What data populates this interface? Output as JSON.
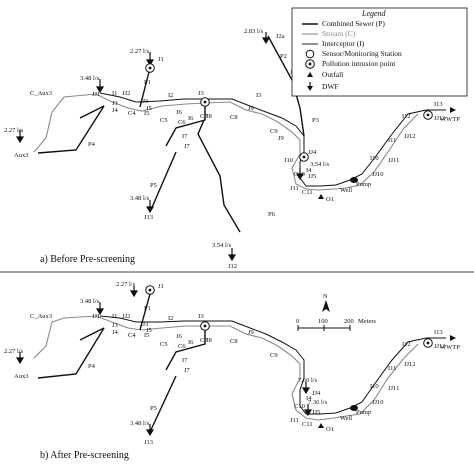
{
  "legend": {
    "title": "Legend",
    "items": [
      {
        "label": "Combined Sewer (P)",
        "symbol": "combined-sewer"
      },
      {
        "label": "Stream (C)",
        "symbol": "stream"
      },
      {
        "label": "Interceptor (I)",
        "symbol": "interceptor"
      },
      {
        "label": "Sensor/Monitoring Station",
        "symbol": "sensor"
      },
      {
        "label": "Pollution intrusion point",
        "symbol": "pollution"
      },
      {
        "label": "Outfall",
        "symbol": "outfall"
      },
      {
        "label": "DWF",
        "symbol": "dwf"
      }
    ]
  },
  "panel_a": {
    "caption": "a)    Before Pre-screening",
    "flows": {
      "j1": "2.27 l/s",
      "j11": "3.48 l/s",
      "aux3": "2.27 l/s",
      "j13": "3.48 l/s",
      "j12": "3.54 l/s",
      "j2a": "2.83 l/s",
      "jj5": "3.54 l/s"
    }
  },
  "panel_b": {
    "caption": "b)    After Pre-screening",
    "flows": {
      "j1": "2.27 l/s",
      "j11": "3.48 l/s",
      "aux3": "2.27 l/s",
      "j13": "3.48 l/s",
      "jj4": "7.60 l/s",
      "jj5": "7.36 l/s"
    }
  },
  "scale_bar": {
    "north": "N",
    "ticks": [
      "0",
      "100",
      "200"
    ],
    "unit": "Meters"
  },
  "labels": {
    "c_aux3": "C_Aux3",
    "aux3": "Aux3",
    "j1": "J1",
    "jj1": "JJ1",
    "jj2": "JJ2",
    "jj3": "JJ3",
    "j3": "J3",
    "j4": "J4",
    "c4": "C4",
    "c5": "C5",
    "c6": "C6",
    "c7": "C7",
    "c8": "C8",
    "c9": "C9",
    "c10": "C10",
    "c11": "C11",
    "i1": "I1",
    "i2": "I2",
    "i3": "I3",
    "i4": "I4",
    "i5": "I5",
    "i6": "I6",
    "i7": "I7",
    "i8": "I8",
    "i9": "I9",
    "i10": "I10",
    "i11": "I11",
    "i12": "I12",
    "i13": "I13",
    "j5": "J5",
    "j6": "J6",
    "j7": "J7",
    "j8": "J8",
    "j9": "J9",
    "j10": "J10",
    "j11": "J11",
    "j12": "J12",
    "j13": "J13",
    "jj4": "JJ4",
    "jj5": "JJ5",
    "jj10": "JJ10",
    "jj11": "JJ11",
    "jj12": "JJ12",
    "jj13": "JJ13",
    "p1": "P1",
    "p2": "P2",
    "p3": "P3",
    "p4": "P4",
    "p5": "P5",
    "p6": "P6",
    "j2": "J2",
    "j2a": "J2a",
    "pump": "Pump",
    "well": "Well",
    "o1": "O1",
    "wwtp": "WWTP",
    "s6": "J6",
    "s7": "J7",
    "s8": "J8"
  },
  "colors": {
    "ink": "#111111",
    "stream": "#8a8a8a",
    "divider": "#444444"
  }
}
